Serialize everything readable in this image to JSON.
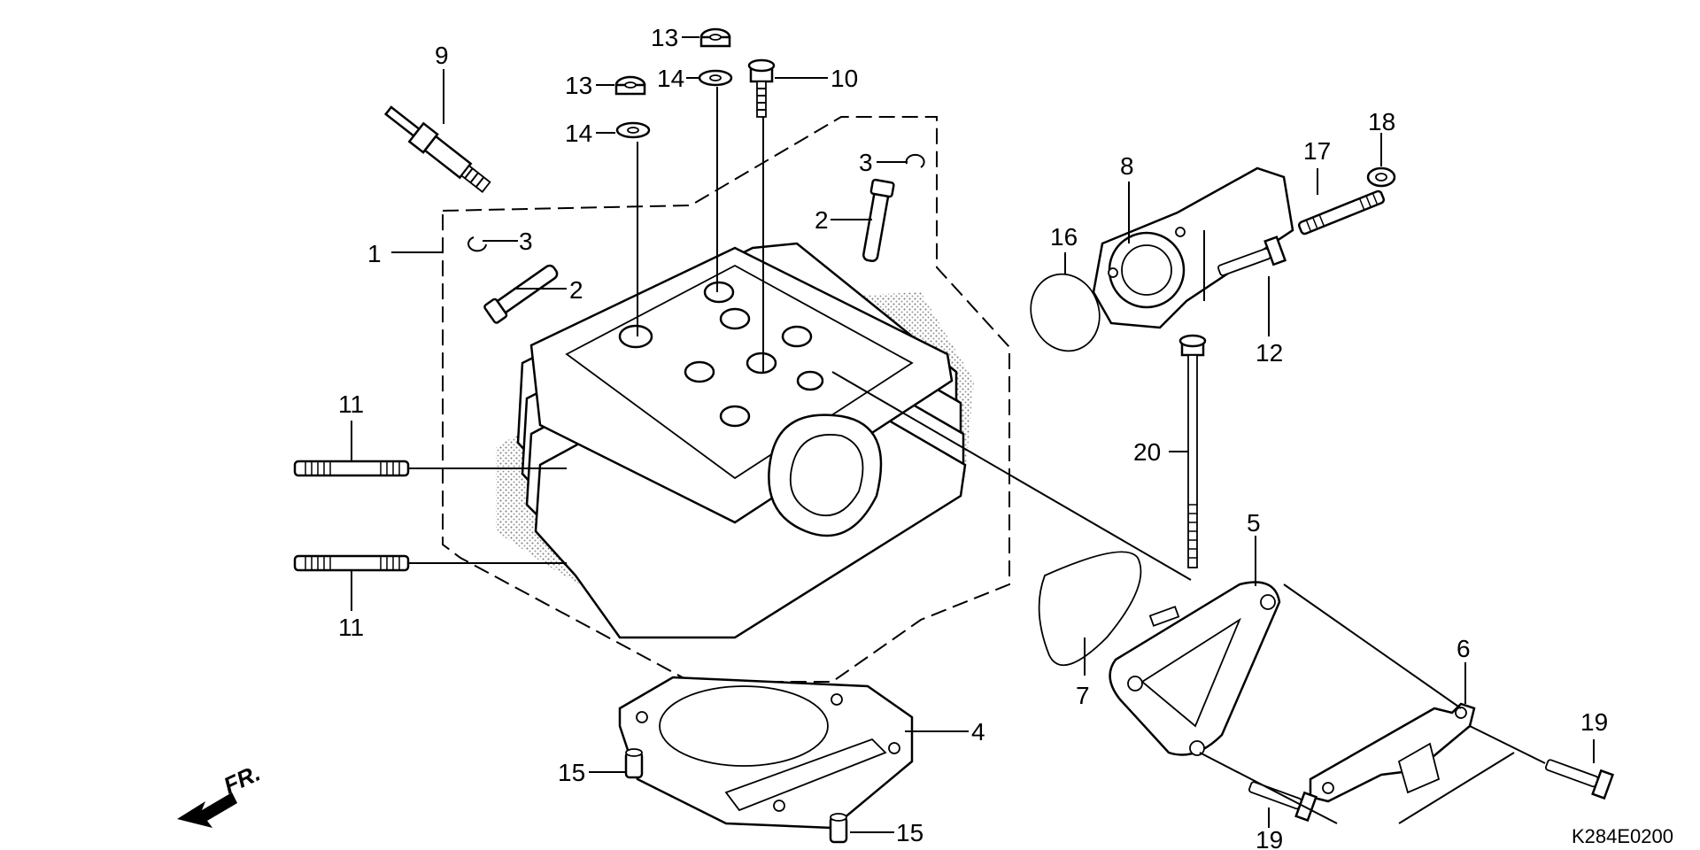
{
  "diagram": {
    "callouts": [
      {
        "id": "c1",
        "label": "1"
      },
      {
        "id": "c2a",
        "label": "2"
      },
      {
        "id": "c2b",
        "label": "2"
      },
      {
        "id": "c3a",
        "label": "3"
      },
      {
        "id": "c3b",
        "label": "3"
      },
      {
        "id": "c4",
        "label": "4"
      },
      {
        "id": "c5",
        "label": "5"
      },
      {
        "id": "c6",
        "label": "6"
      },
      {
        "id": "c7",
        "label": "7"
      },
      {
        "id": "c8",
        "label": "8"
      },
      {
        "id": "c9",
        "label": "9"
      },
      {
        "id": "c10",
        "label": "10"
      },
      {
        "id": "c11a",
        "label": "11"
      },
      {
        "id": "c11b",
        "label": "11"
      },
      {
        "id": "c12",
        "label": "12"
      },
      {
        "id": "c13a",
        "label": "13"
      },
      {
        "id": "c13b",
        "label": "13"
      },
      {
        "id": "c14a",
        "label": "14"
      },
      {
        "id": "c14b",
        "label": "14"
      },
      {
        "id": "c15a",
        "label": "15"
      },
      {
        "id": "c15b",
        "label": "15"
      },
      {
        "id": "c16",
        "label": "16"
      },
      {
        "id": "c17",
        "label": "17"
      },
      {
        "id": "c18",
        "label": "18"
      },
      {
        "id": "c19a",
        "label": "19"
      },
      {
        "id": "c19b",
        "label": "19"
      },
      {
        "id": "c20",
        "label": "20"
      }
    ],
    "front_indicator": "FR.",
    "diagram_code": "K284E0200"
  }
}
